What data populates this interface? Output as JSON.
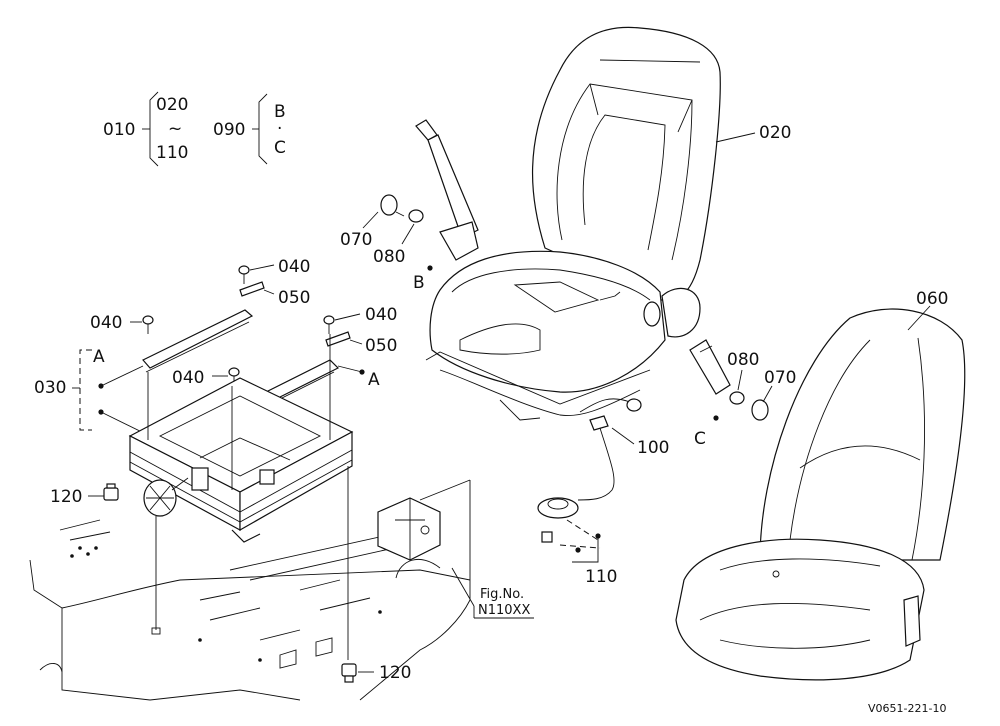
{
  "legend": {
    "assembly_010": {
      "id": "010",
      "range_top": "020",
      "range_sep": "~",
      "range_bottom": "110"
    },
    "assembly_090": {
      "id": "090",
      "top": "B",
      "sep": "·",
      "bottom": "C"
    }
  },
  "callouts": {
    "p020": "020",
    "p060": "060",
    "p070_left": "070",
    "p080_left": "080",
    "ref_b": "B",
    "p040_top": "040",
    "p050_top": "050",
    "p040_left": "040",
    "p040_right": "040",
    "p050_right": "050",
    "ref_a_left": "A",
    "p030": "030",
    "p040_mid": "040",
    "ref_a_right": "A",
    "p080_right": "080",
    "p070_right": "070",
    "ref_c": "C",
    "p100": "100",
    "p120_left": "120",
    "p110": "110",
    "p120_bottom": "120"
  },
  "figure_ref": {
    "label": "Fig.No.",
    "number": "N110XX"
  },
  "drawing_code": "V0651-221-10"
}
